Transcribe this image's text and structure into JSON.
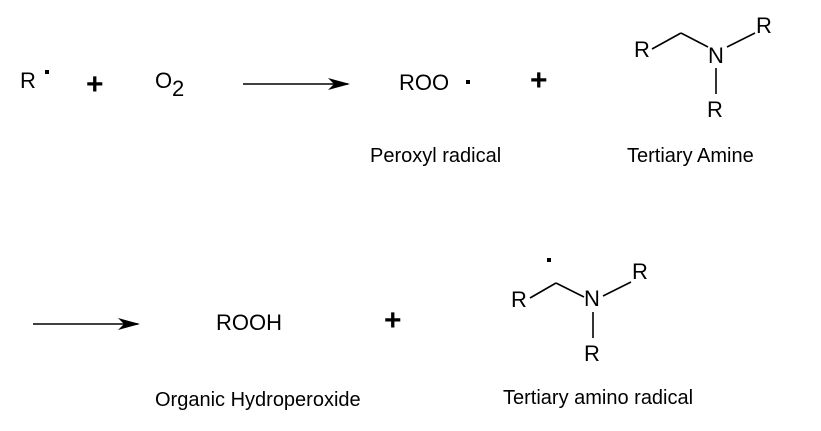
{
  "reaction": {
    "row1": {
      "reactant_radical": "R",
      "plus_1": "+",
      "oxygen": "O",
      "oxygen_subscript": "2",
      "product_peroxyl": "ROO",
      "plus_2": "+",
      "amine_atoms": {
        "r_left": "R",
        "n": "N",
        "r_right": "R",
        "r_bottom": "R"
      }
    },
    "row2": {
      "product_hydroperoxide": "ROOH",
      "plus_3": "+",
      "amino_radical_atoms": {
        "r_left": "R",
        "n": "N",
        "r_right": "R",
        "r_bottom": "R"
      }
    },
    "labels": {
      "peroxyl": "Peroxyl radical",
      "tertiary_amine": "Tertiary Amine",
      "hydroperoxide": "Organic Hydroperoxide",
      "amino_radical": "Tertiary amino radical"
    }
  }
}
